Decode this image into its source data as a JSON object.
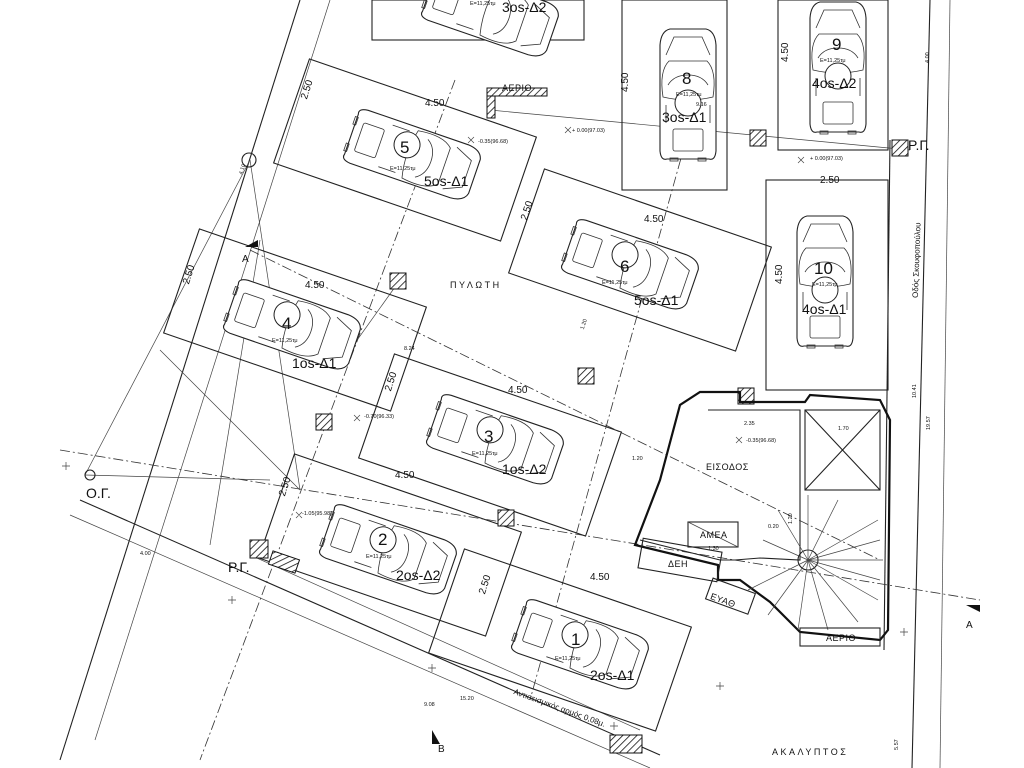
{
  "spaces": [
    {
      "num": "1",
      "label": "2os-Δ1",
      "area": "E=11,25τμ"
    },
    {
      "num": "2",
      "label": "2os-Δ2",
      "area": "E=11,25τμ"
    },
    {
      "num": "3",
      "label": "1os-Δ2",
      "area": "E=11,25τμ"
    },
    {
      "num": "4",
      "label": "1os-Δ1",
      "area": "E=11,25τμ"
    },
    {
      "num": "5",
      "label": "5os-Δ1",
      "area": "E=11,25τμ"
    },
    {
      "num": "6",
      "label": "5os-Δ1",
      "area": "E=11,25τμ"
    },
    {
      "num": "8",
      "label": "3os-Δ1",
      "area": "E=11,25τμ"
    },
    {
      "num": "9",
      "label": "4os-Δ2",
      "area": "E=11,25τμ"
    },
    {
      "num": "10",
      "label": "4os-Δ1",
      "area": "E=11,25τμ"
    },
    {
      "num": "",
      "label": "3os-Δ2",
      "area": "E=11,25τμ"
    }
  ],
  "labels": {
    "pylothi": "ΠΥΛΩΤΗ",
    "eisodos": "ΕΙΣΟΔΟΣ",
    "amea": "ΑΜΕΑ",
    "deh": "ΔΕΗ",
    "eyath": "ΕΥΑΘ",
    "aerio_top": "ΑΕΡΙΟ",
    "aerio_bottom": "ΑΕΡΙΟ",
    "akalyptos": "ΑΚΑΛΥΠΤΟΣ",
    "og": "Ο.Γ.",
    "rg_left": "Ρ.Γ.",
    "rg_right": "Ρ.Γ.",
    "section_a_left": "Α",
    "section_a_right": "Α",
    "section_b": "Β",
    "seismic_joint": "Αντισεισμικός αρμός 0,08μ.",
    "road": "Οδός Σκουφοπούλου"
  },
  "levels": {
    "l1": "+ 0.00(97.03)",
    "l2": "+ 0.00(97.03)",
    "l3": "-0.35(96.68)",
    "l4": "-0.35(96.68)",
    "l5": "-0.70(96.33)",
    "l6": "-1.05(95.98)"
  },
  "dims": {
    "d450": "4.50",
    "d250": "2.50",
    "d400": "4.00",
    "d410": "4.10",
    "d120": "1.20",
    "d130": "1.30",
    "d170": "1.70",
    "d235": "2.35",
    "d020": "0.20",
    "d1041": "10.41",
    "d1957": "19.57",
    "d557": "5.57",
    "d1520": "15.20",
    "d908": "9.08",
    "d916": "9.16",
    "d824": "8.24"
  }
}
